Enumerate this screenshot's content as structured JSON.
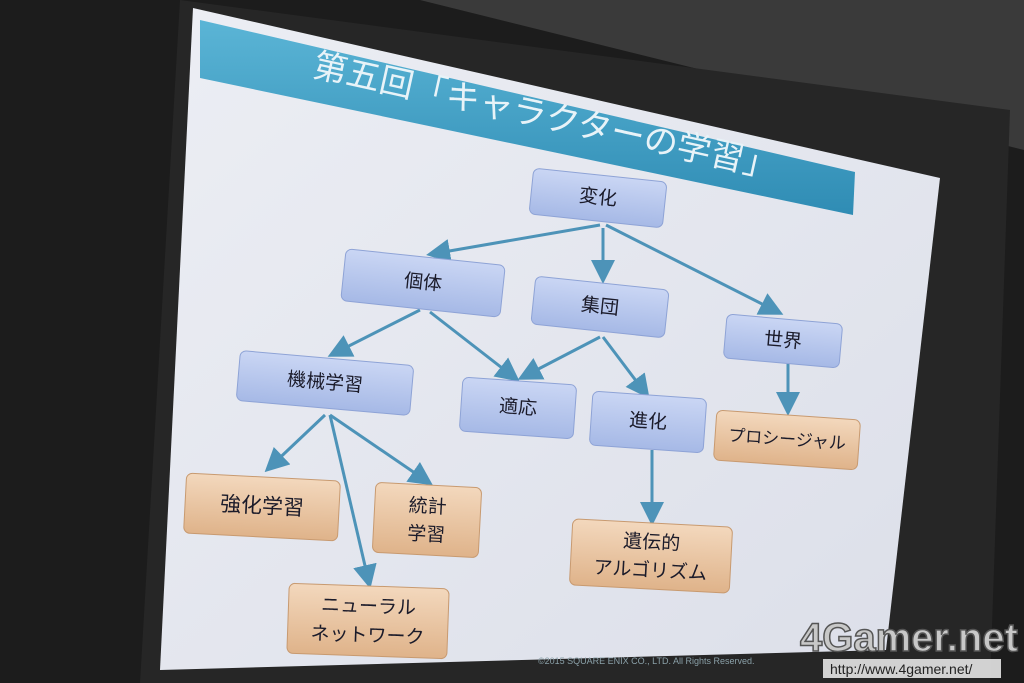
{
  "slide": {
    "title": "第五回「キャラクターの学習」",
    "copyright": "©2015 SQUARE ENIX CO., LTD. All Rights Reserved."
  },
  "nodes": {
    "change": "変化",
    "individual": "個体",
    "group": "集団",
    "world": "世界",
    "machine_learning": "機械学習",
    "adaptation": "適応",
    "evolution": "進化",
    "procedural": "プロシージャル",
    "reinforcement_learning": "強化学習",
    "statistical_learning_1": "統計",
    "statistical_learning_2": "学習",
    "genetic_algorithm_1": "遺伝的",
    "genetic_algorithm_2": "アルゴリズム",
    "neural_network_1": "ニューラル",
    "neural_network_2": "ネットワーク"
  },
  "watermark": {
    "logo": "4Gamer.net",
    "url": "http://www.4gamer.net/"
  },
  "colors": {
    "blue_node": "#b9c8ee",
    "orange_node": "#e9c6a2",
    "arrow": "#4d93b8",
    "title_bar": "#3f9fc4"
  }
}
